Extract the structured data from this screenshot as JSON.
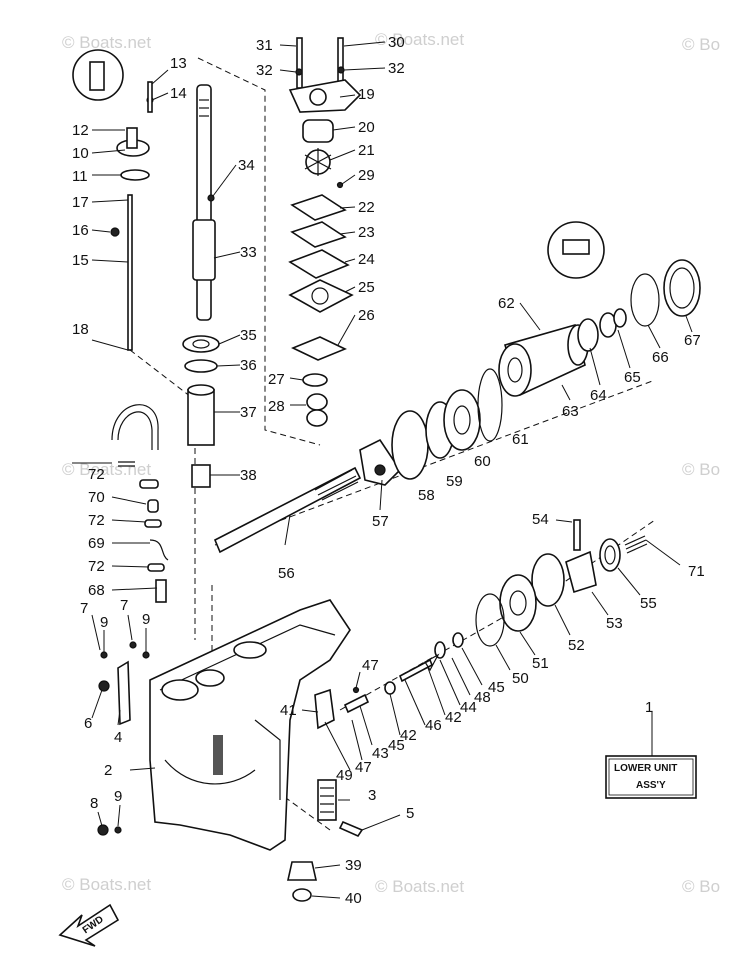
{
  "diagram": {
    "watermarks": [
      "© Boats.net",
      "© Boats.net",
      "© Bo",
      "© Boats.net",
      "© Bo",
      "© Boats.net",
      "© Boats.net",
      "© Bo"
    ],
    "assembly_box": {
      "line1": "LOWER UNIT",
      "line2": "ASS'Y",
      "ref": "1"
    },
    "fwd_label": "FWD",
    "callouts": {
      "n1": "1",
      "n2": "2",
      "n3": "3",
      "n4": "4",
      "n5": "5",
      "n6": "6",
      "n7a": "7",
      "n7b": "7",
      "n8": "8",
      "n9a": "9",
      "n9b": "9",
      "n9c": "9",
      "n10": "10",
      "n11": "11",
      "n12": "12",
      "n13": "13",
      "n14": "14",
      "n15": "15",
      "n16": "16",
      "n17": "17",
      "n18": "18",
      "n19": "19",
      "n20": "20",
      "n21": "21",
      "n22": "22",
      "n23": "23",
      "n24": "24",
      "n25": "25",
      "n26": "26",
      "n27": "27",
      "n28": "28",
      "n29": "29",
      "n30": "30",
      "n31": "31",
      "n32a": "32",
      "n32b": "32",
      "n33": "33",
      "n34": "34",
      "n35": "35",
      "n36": "36",
      "n37": "37",
      "n38": "38",
      "n39": "39",
      "n40": "40",
      "n41": "41",
      "n42a": "42",
      "n42b": "42",
      "n43": "43",
      "n44": "44",
      "n45a": "45",
      "n45b": "45",
      "n46": "46",
      "n47a": "47",
      "n47b": "47",
      "n48": "48",
      "n49": "49",
      "n50": "50",
      "n51": "51",
      "n52": "52",
      "n53": "53",
      "n54": "54",
      "n55": "55",
      "n56": "56",
      "n57": "57",
      "n58": "58",
      "n59": "59",
      "n60": "60",
      "n61": "61",
      "n62": "62",
      "n63": "63",
      "n64": "64",
      "n65": "65",
      "n66": "66",
      "n67": "67",
      "n68": "68",
      "n69": "69",
      "n70": "70",
      "n71": "71",
      "n72a": "72",
      "n72b": "72",
      "n72c": "72"
    }
  }
}
